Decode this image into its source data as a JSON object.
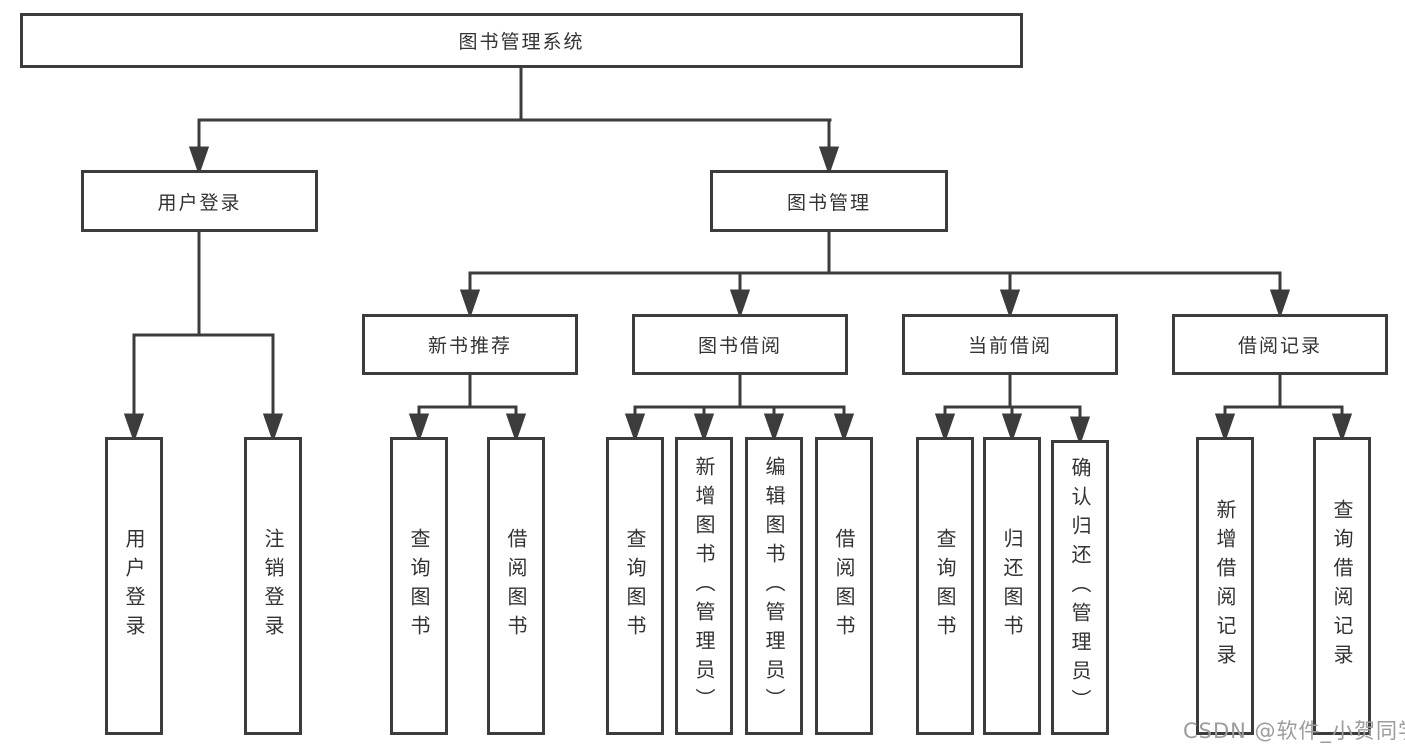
{
  "diagram": {
    "root": {
      "label": "图书管理系统"
    },
    "level2": [
      {
        "label": "用户登录"
      },
      {
        "label": "图书管理"
      }
    ],
    "level3": [
      {
        "label": "新书推荐",
        "parent": "图书管理"
      },
      {
        "label": "图书借阅",
        "parent": "图书管理"
      },
      {
        "label": "当前借阅",
        "parent": "图书管理"
      },
      {
        "label": "借阅记录",
        "parent": "图书管理"
      }
    ],
    "leaves": [
      {
        "label": "用户登录",
        "parent": "用户登录"
      },
      {
        "label": "注销登录",
        "parent": "用户登录"
      },
      {
        "label": "查询图书",
        "parent": "新书推荐"
      },
      {
        "label": "借阅图书",
        "parent": "新书推荐"
      },
      {
        "label": "查询图书",
        "parent": "图书借阅"
      },
      {
        "label": "新增图书（管理员）",
        "parent": "图书借阅"
      },
      {
        "label": "编辑图书（管理员）",
        "parent": "图书借阅"
      },
      {
        "label": "借阅图书",
        "parent": "图书借阅"
      },
      {
        "label": "查询图书",
        "parent": "当前借阅"
      },
      {
        "label": "归还图书",
        "parent": "当前借阅"
      },
      {
        "label": "确认归还（管理员）",
        "parent": "当前借阅"
      },
      {
        "label": "新增借阅记录",
        "parent": "借阅记录"
      },
      {
        "label": "查询借阅记录",
        "parent": "借阅记录"
      }
    ]
  },
  "watermark": {
    "text": "CSDN @软件_小贺同学"
  },
  "colors": {
    "line": "#3c3c3c",
    "text": "#333333",
    "background": "#ffffff",
    "watermark": "#9c9c9c"
  }
}
